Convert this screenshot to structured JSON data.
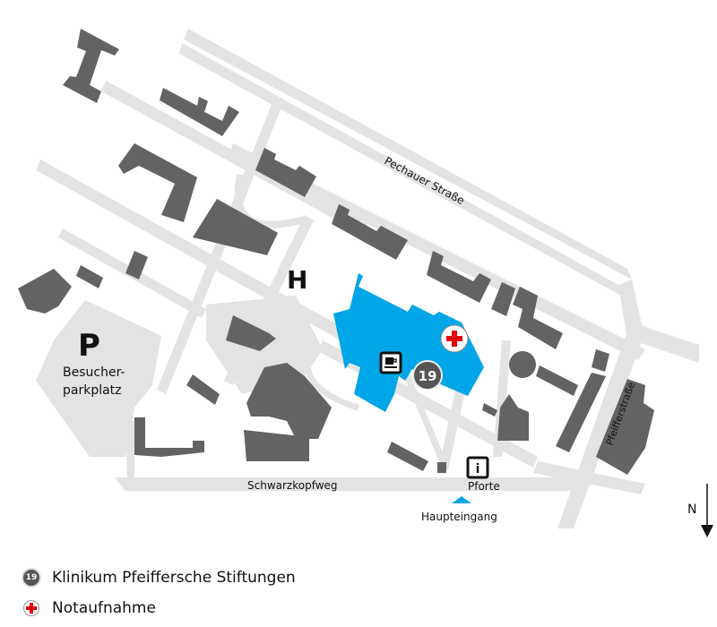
{
  "map": {
    "streets": {
      "pechauer": "Pechauer Straße",
      "pfeiffer": "Pfeifferstraße",
      "schwarzkopf": "Schwarzkopfweg"
    },
    "parking": {
      "symbol": "P",
      "label_line1": "Besucher-",
      "label_line2": "parkplatz"
    },
    "helipad_symbol": "H",
    "building_number": "19",
    "gate_label": "Pforte",
    "entrance_label": "Haupteingang",
    "north_label": "N",
    "icons": {
      "emergency": "red-cross-icon",
      "cafe": "coffee-cup-icon",
      "info": "info-icon",
      "entrance": "triangle-marker-icon",
      "north": "north-arrow-icon"
    },
    "colors": {
      "clinic": "#00a6e8",
      "building": "#636365",
      "road": "#e3e3e4",
      "emergency": "#e3000f",
      "badge": "#555555"
    }
  },
  "legend": {
    "items": [
      {
        "icon": "number-badge-icon",
        "badge": "19",
        "label": "Klinikum Pfeiffersche Stiftungen"
      },
      {
        "icon": "red-cross-icon",
        "badge": "",
        "label": "Notaufnahme"
      }
    ]
  }
}
